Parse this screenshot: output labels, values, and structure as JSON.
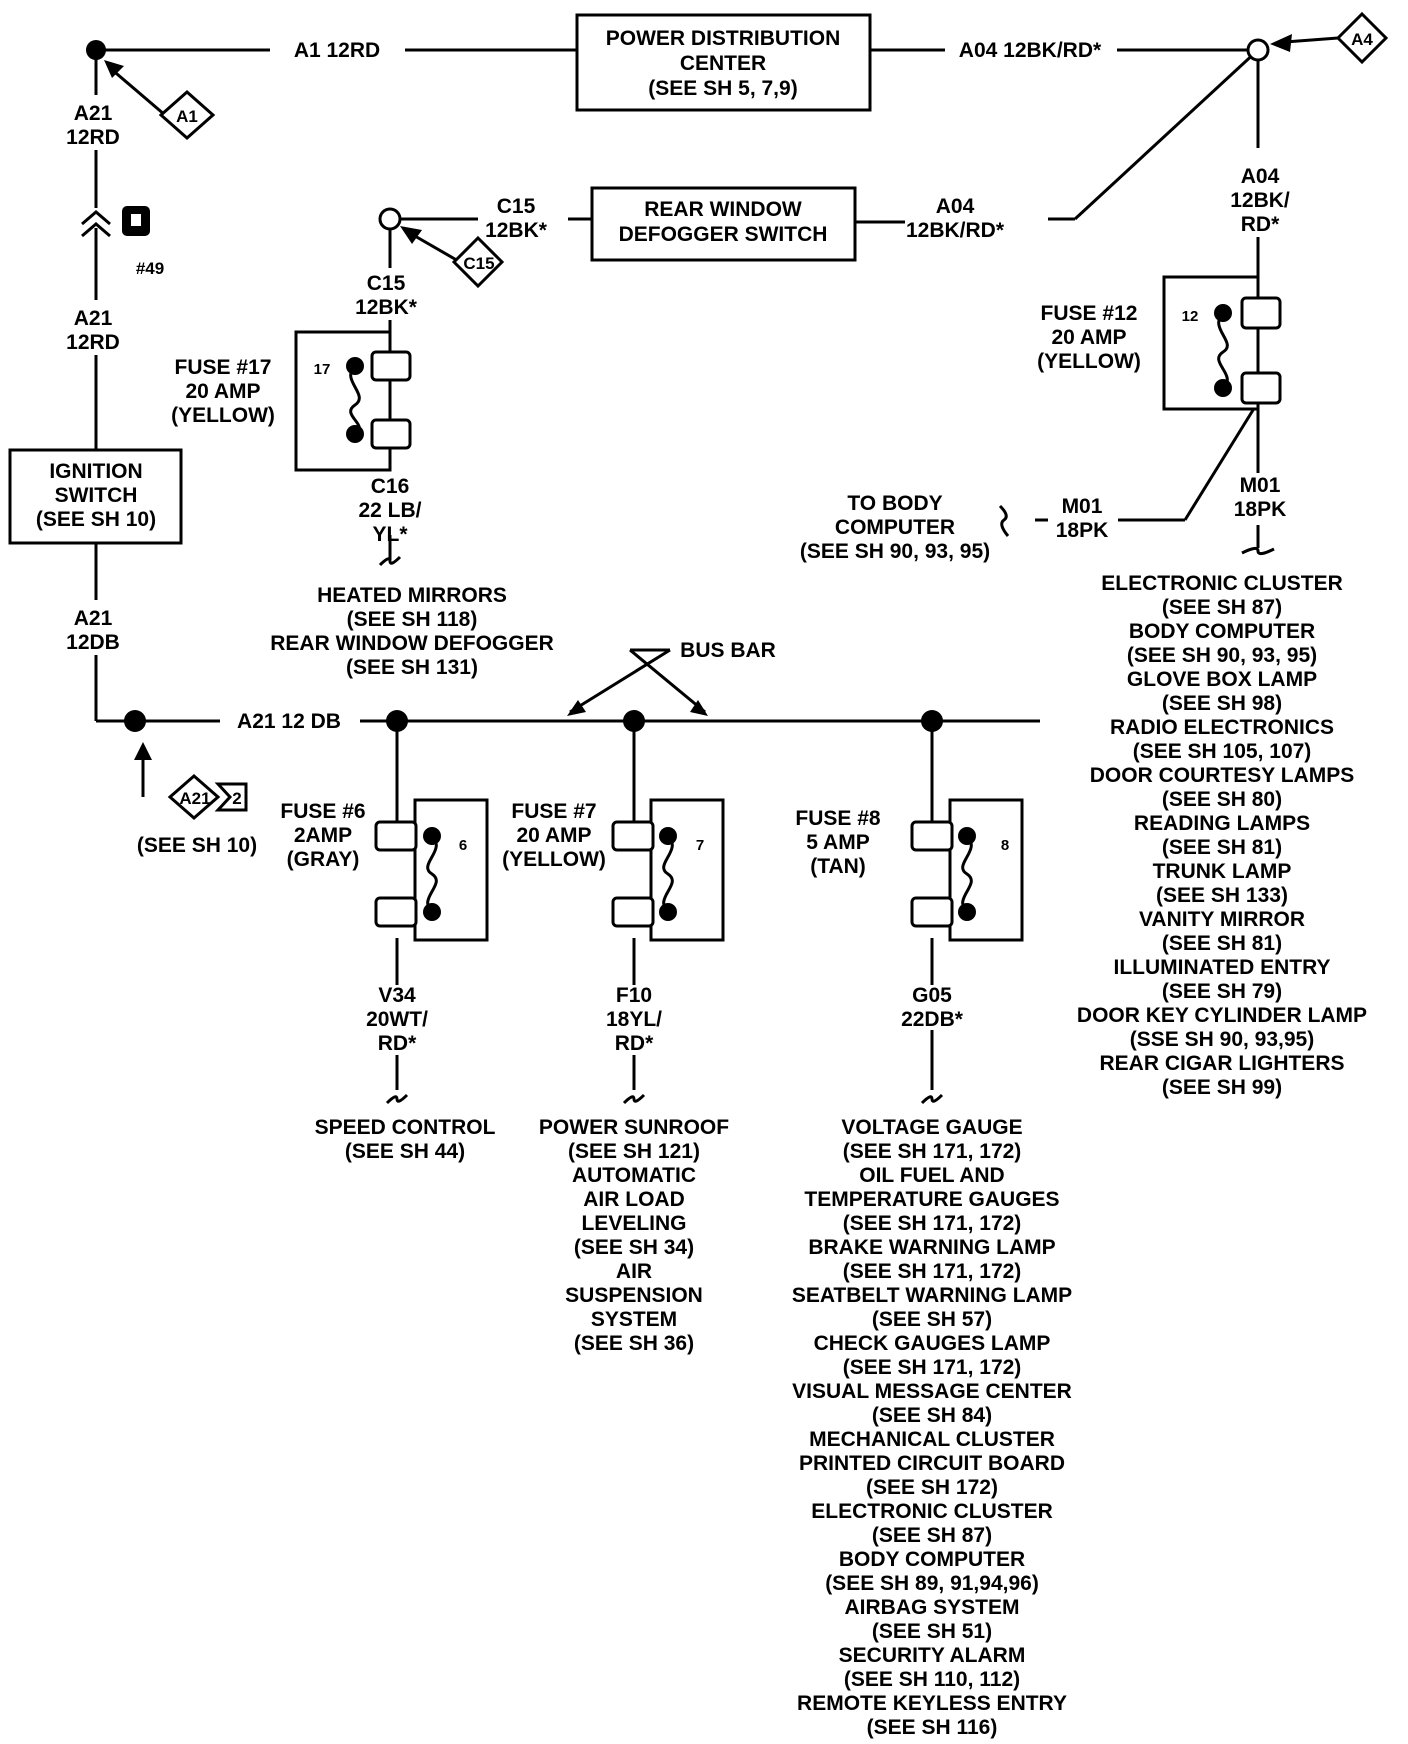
{
  "top": {
    "wire_a1": "A1 12RD",
    "pdc": [
      "POWER DISTRIBUTION",
      "CENTER",
      "(SEE SH 5, 7,9)"
    ],
    "wire_a04": "A04 12BK/RD*",
    "conn_a4": "A4",
    "conn_a1": "A1"
  },
  "left": {
    "a21_top": [
      "A21",
      "12RD"
    ],
    "conn49": "#49",
    "a21_mid": [
      "A21",
      "12RD"
    ],
    "ignition": [
      "IGNITION",
      "SWITCH",
      "(SEE SH 10)"
    ],
    "a21_low": [
      "A21",
      "12DB"
    ],
    "conn_a21": "A21",
    "conn_a21_pin": "2",
    "see_sh10": "(SEE SH 10)"
  },
  "rear": {
    "c15_wire": [
      "C15",
      "12BK*"
    ],
    "switch": [
      "REAR WINDOW",
      "DEFOGGER SWITCH"
    ],
    "a04_wire": [
      "A04",
      "12BK/RD*"
    ],
    "conn_c15": "C15",
    "c15_down": [
      "C15",
      "12BK*"
    ],
    "fuse17_label": [
      "FUSE #17",
      "20 AMP",
      "(YELLOW)"
    ],
    "fuse17_num": "17",
    "c16": [
      "C16",
      "22 LB/",
      "YL*"
    ],
    "loads": [
      "HEATED MIRRORS",
      "(SEE SH 118)",
      "REAR WINDOW DEFOGGER",
      "(SEE SH 131)"
    ]
  },
  "right": {
    "a04_down": [
      "A04",
      "12BK/",
      "RD*"
    ],
    "fuse12_label": [
      "FUSE #12",
      "20 AMP",
      "(YELLOW)"
    ],
    "fuse12_num": "12",
    "to_body": [
      "TO BODY",
      "COMPUTER",
      "(SEE SH 90, 93, 95)"
    ],
    "m01_left": [
      "M01",
      "18PK"
    ],
    "m01_right": [
      "M01",
      "18PK"
    ],
    "loads": [
      "ELECTRONIC CLUSTER",
      "(SEE SH 87)",
      "BODY COMPUTER",
      "(SEE SH 90, 93, 95)",
      "GLOVE BOX LAMP",
      "(SEE SH 98)",
      "RADIO ELECTRONICS",
      "(SEE SH 105, 107)",
      "DOOR COURTESY LAMPS",
      "(SEE SH 80)",
      "READING LAMPS",
      "(SEE SH 81)",
      "TRUNK LAMP",
      "(SEE SH 133)",
      "VANITY MIRROR",
      "(SEE SH 81)",
      "ILLUMINATED ENTRY",
      "(SEE SH 79)",
      "DOOR KEY CYLINDER LAMP",
      "(SSE SH 90, 93,95)",
      "REAR CIGAR LIGHTERS",
      "(SEE SH 99)"
    ]
  },
  "bus": {
    "wire": "A21 12 DB",
    "label": "BUS BAR"
  },
  "fuse6": {
    "label": [
      "FUSE #6",
      "2AMP",
      "(GRAY)"
    ],
    "num": "6",
    "wire": [
      "V34",
      "20WT/",
      "RD*"
    ],
    "loads": [
      "SPEED CONTROL",
      "(SEE SH 44)"
    ]
  },
  "fuse7": {
    "label": [
      "FUSE #7",
      "20 AMP",
      "(YELLOW)"
    ],
    "num": "7",
    "wire": [
      "F10",
      "18YL/",
      "RD*"
    ],
    "loads": [
      "POWER SUNROOF",
      "(SEE SH 121)",
      "AUTOMATIC",
      "AIR LOAD",
      "LEVELING",
      "(SEE SH 34)",
      "AIR",
      "SUSPENSION",
      "SYSTEM",
      "(SEE SH 36)"
    ]
  },
  "fuse8": {
    "label": [
      "FUSE #8",
      "5 AMP",
      "(TAN)"
    ],
    "num": "8",
    "wire": [
      "G05",
      "22DB*"
    ],
    "loads": [
      "VOLTAGE GAUGE",
      "(SEE SH 171, 172)",
      "OIL FUEL AND",
      "TEMPERATURE GAUGES",
      "(SEE SH 171, 172)",
      "BRAKE WARNING LAMP",
      "(SEE SH 171, 172)",
      "SEATBELT WARNING LAMP",
      "(SEE SH 57)",
      "CHECK GAUGES LAMP",
      "(SEE SH 171, 172)",
      "VISUAL MESSAGE CENTER",
      "(SEE SH 84)",
      "MECHANICAL CLUSTER",
      "PRINTED CIRCUIT BOARD",
      "(SEE SH 172)",
      "ELECTRONIC CLUSTER",
      "(SEE SH 87)",
      "BODY COMPUTER",
      "(SEE SH 89, 91,94,96)",
      "AIRBAG SYSTEM",
      "(SEE SH 51)",
      "SECURITY ALARM",
      "(SEE SH 110, 112)",
      "REMOTE KEYLESS ENTRY",
      "(SEE SH 116)"
    ]
  }
}
